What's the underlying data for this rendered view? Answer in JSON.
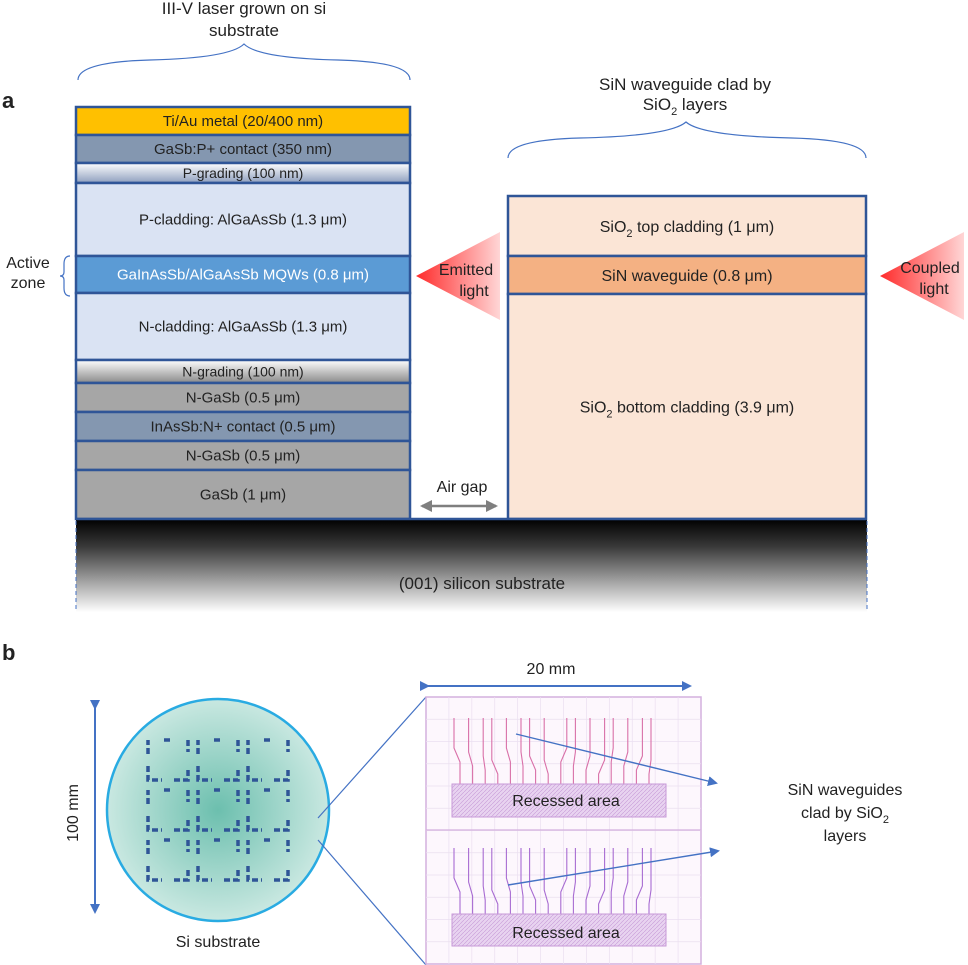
{
  "panel_a": {
    "label": "a",
    "laser_title_line1": "III-V laser grown on si",
    "laser_title_line2": "substrate",
    "waveguide_title_line1": "SiN waveguide clad by",
    "waveguide_title_line2_pre": "SiO",
    "waveguide_title_line2_sub": "2",
    "waveguide_title_line2_post": " layers",
    "active_zone_line1": "Active",
    "active_zone_line2": "zone",
    "emitted_light_line1": "Emitted",
    "emitted_light_line2": "light",
    "coupled_light_line1": "Coupled",
    "coupled_light_line2": "light",
    "air_gap": "Air gap",
    "silicon_substrate": "(001) silicon substrate",
    "laser_layers": [
      {
        "label": "Ti/Au metal (20/400 nm)",
        "color": "#ffc000"
      },
      {
        "label": "GaSb:P+ contact (350 nm)",
        "color": "#8497b0"
      },
      {
        "label": "P-grading (100 nm)",
        "color": "#dde3ee"
      },
      {
        "label": "P-cladding: AlGaAsSb (1.3 μm)",
        "color": "#dae3f3"
      },
      {
        "label": "GaInAsSb/AlGaAsSb MQWs (0.8 μm)",
        "color": "#5b9bd5"
      },
      {
        "label": "N-cladding: AlGaAsSb (1.3 μm)",
        "color": "#dae3f3"
      },
      {
        "label": "N-grading (100 nm)",
        "color": "#d9d9d9"
      },
      {
        "label": "N-GaSb (0.5 μm)",
        "color": "#a6a6a6"
      },
      {
        "label": "InAsSb:N+ contact (0.5 μm)",
        "color": "#8497b0"
      },
      {
        "label": "N-GaSb (0.5 μm)",
        "color": "#a6a6a6"
      },
      {
        "label": "GaSb (1 μm)",
        "color": "#a6a6a6"
      }
    ],
    "waveguide_layers": [
      {
        "pre": "SiO",
        "sub": "2",
        "post": " top cladding (1 μm)",
        "color": "#fbe5d6"
      },
      {
        "pre": "SiN waveguide (0.8 μm)",
        "sub": "",
        "post": "",
        "color": "#f4b183"
      },
      {
        "pre": "SiO",
        "sub": "2",
        "post": " bottom cladding (3.9 μm)",
        "color": "#fbe5d6"
      }
    ],
    "emission_color": "#ff3b3b"
  },
  "panel_b": {
    "label": "b",
    "wafer_size": "100 mm",
    "wafer_label": "Si substrate",
    "die_width": "20 mm",
    "recessed_area_1": "Recessed area",
    "recessed_area_2": "Recessed area",
    "waveguides_line1": "SiN waveguides",
    "waveguides_line2_pre": "clad by SiO",
    "waveguides_line2_sub": "2",
    "waveguides_line3": "layers",
    "arrow_color": "#4472c4"
  }
}
